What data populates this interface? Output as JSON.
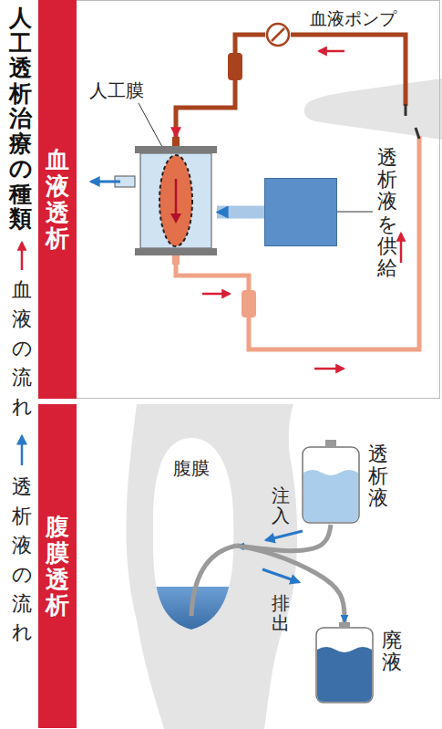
{
  "diagram": {
    "title": "人工透析治療の種類",
    "nodes": [
      {
        "text": [
          "血液透析"
        ]
      },
      {
        "text": [
          "血液ポンプ"
        ],
        "in": 0
      },
      {
        "text": [
          "人工膜"
        ],
        "in": 0
      },
      {
        "text": [
          "透析液を供給"
        ],
        "in": 0
      },
      {
        "text": [
          "腹膜透析"
        ]
      },
      {
        "text": [
          "腹膜"
        ],
        "in": 4
      },
      {
        "text": [
          "透析液"
        ],
        "in": 4
      },
      {
        "text": [
          "廃液"
        ],
        "in": 4
      }
    ],
    "edges": [
      {
        "from": 1,
        "to": 2,
        "arrow": "to"
      },
      {
        "from": 3,
        "to": 2,
        "arrow": "to"
      },
      {
        "from": 6,
        "to": 5,
        "label": "注入",
        "arrow": "to"
      },
      {
        "from": 5,
        "to": 7,
        "label": "排出",
        "arrow": "to"
      }
    ],
    "legend": [
      {
        "text": "血液の流れ"
      },
      {
        "text": "透析液の流れ"
      }
    ]
  }
}
